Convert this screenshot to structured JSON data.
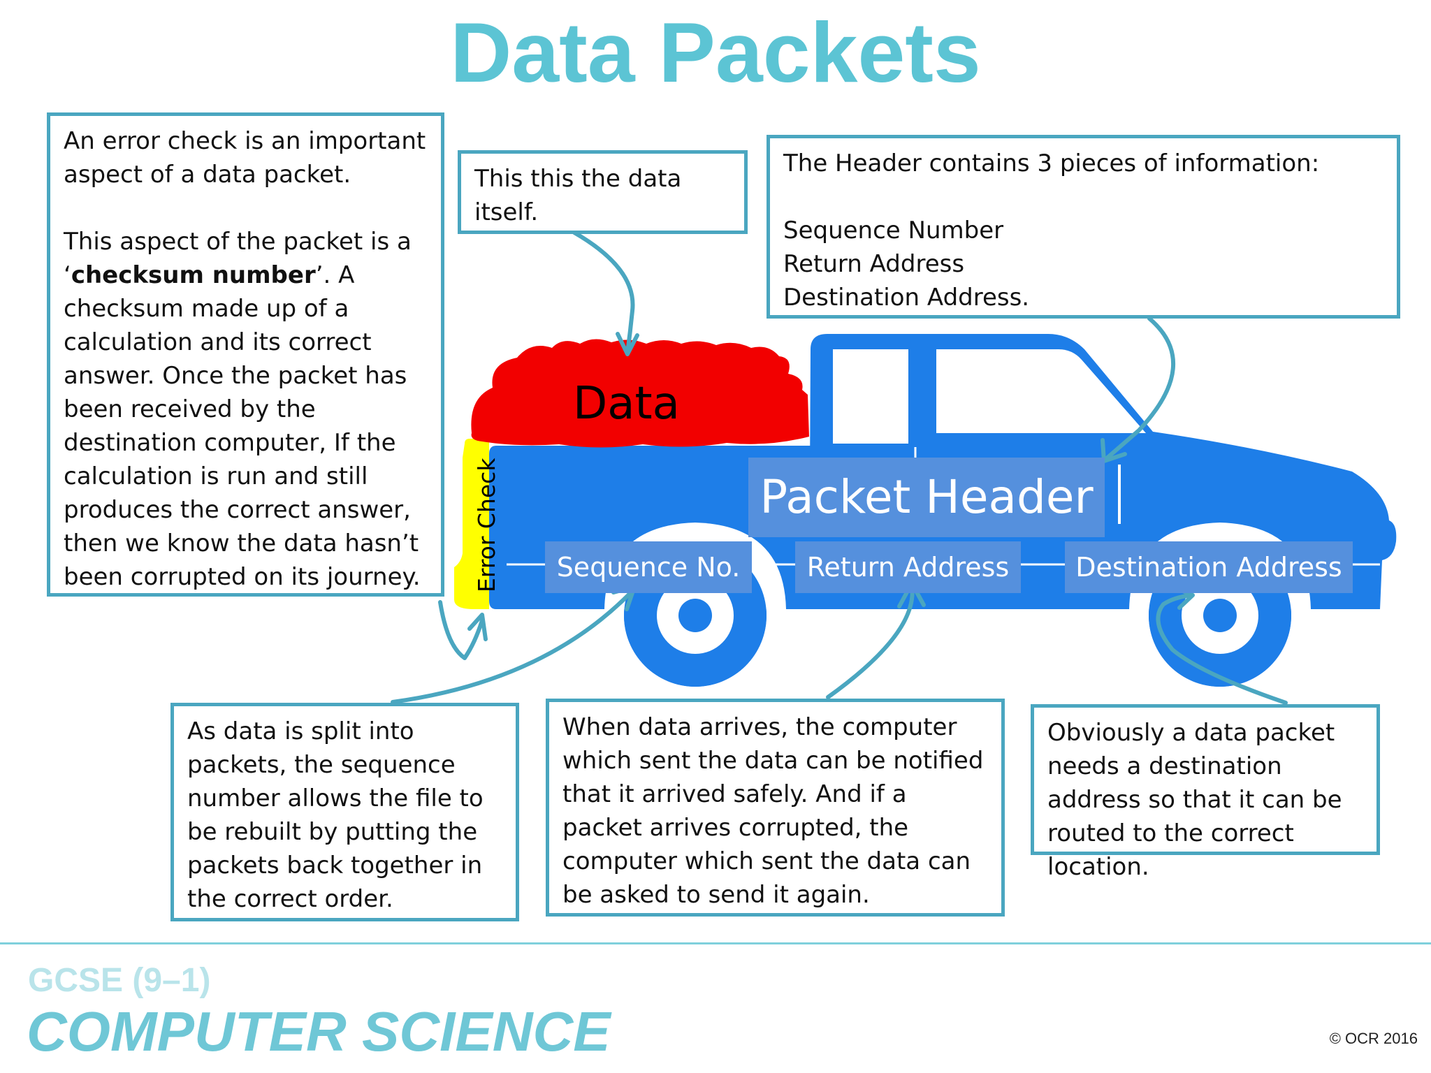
{
  "title": "Data Packets",
  "boxes": {
    "error_check": {
      "line1": "An error check is an important aspect of a data packet.",
      "line2_pre": "This aspect of the packet is a ‘",
      "line2_bold": "checksum number",
      "line2_post": "’. A checksum made up of a calculation and its correct answer. Once the packet has been received by the destination computer, If the calculation is run and still produces the correct answer, then we know the data hasn’t been corrupted on its journey."
    },
    "data": {
      "text": "This this the data itself."
    },
    "header": {
      "intro": "The Header contains 3 pieces of information:",
      "items": [
        "Sequence Number",
        "Return Address",
        "Destination Address."
      ]
    },
    "sequence": {
      "text": "As data is split into packets, the sequence number allows the file to be rebuilt by putting the packets back together in the correct order."
    },
    "return": {
      "text": "When data arrives, the computer which sent the data can be notified that it arrived safely. And if a packet arrives corrupted, the computer which sent the data can be asked to send it again."
    },
    "destination": {
      "text": "Obviously a data packet needs a destination address so that it can be routed to the correct location."
    }
  },
  "truck_labels": {
    "data": "Data",
    "error_check": "Error Check",
    "packet_header": "Packet Header",
    "sequence_no": "Sequence No.",
    "return_address": "Return Address",
    "destination_address": "Destination Address"
  },
  "footer": {
    "course": "GCSE (9–1)",
    "subject": "COMPUTER SCIENCE",
    "copyright": "© OCR 2016"
  },
  "colors": {
    "title": "#5cc4d4",
    "box_border": "#4aa6c0",
    "truck_body": "#1e7ee8",
    "data_cargo": "#f20000",
    "error_check": "#ffff00",
    "label_bg": "#5590dd",
    "arrow": "#4aa6c0"
  }
}
